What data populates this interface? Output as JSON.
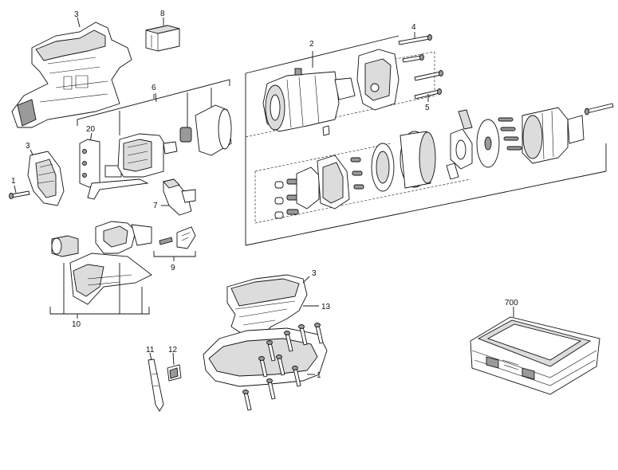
{
  "callouts": {
    "c_3_top": "3",
    "c_8": "8",
    "c_2": "2",
    "c_4": "4",
    "c_5": "5",
    "c_6": "6",
    "c_20": "20",
    "c_3_left": "3",
    "c_1_left": "1",
    "c_7": "7",
    "c_9": "9",
    "c_10": "10",
    "c_3_bottom": "3",
    "c_13": "13",
    "c_1_bottom": "1",
    "c_11": "11",
    "c_12": "12",
    "c_700": "700"
  },
  "icons": {
    "housing": "housing-shell-icon",
    "battery": "battery-pack-icon",
    "gearbox": "gearbox-icon",
    "motor": "motor-icon",
    "chuck": "chuck-icon",
    "screw": "screw-icon",
    "case": "carry-case-icon"
  }
}
